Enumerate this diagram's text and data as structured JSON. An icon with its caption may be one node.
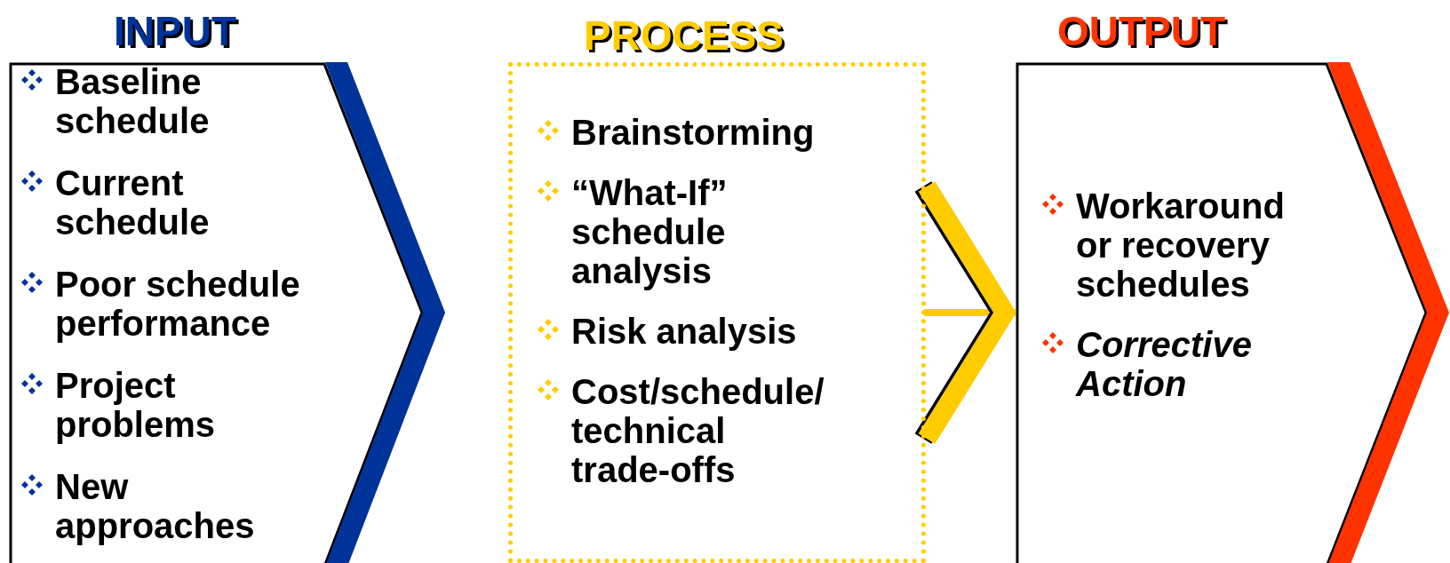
{
  "diagram": {
    "nodes": [
      {
        "text": [
          "INPUT",
          "Baseline schedule",
          "Current schedule",
          "Poor schedule performance",
          "Project problems",
          "New approaches"
        ]
      },
      {
        "text": [
          "PROCESS",
          "Brainstorming",
          "“What-If” schedule analysis",
          "Risk analysis",
          "Cost/schedule/ technical trade-offs"
        ]
      },
      {
        "text": [
          "OUTPUT",
          "Workaround or recovery schedules",
          "Corrective Action"
        ]
      }
    ],
    "edges": [
      {
        "from": 1,
        "to": 2,
        "arrow": "to"
      }
    ]
  }
}
